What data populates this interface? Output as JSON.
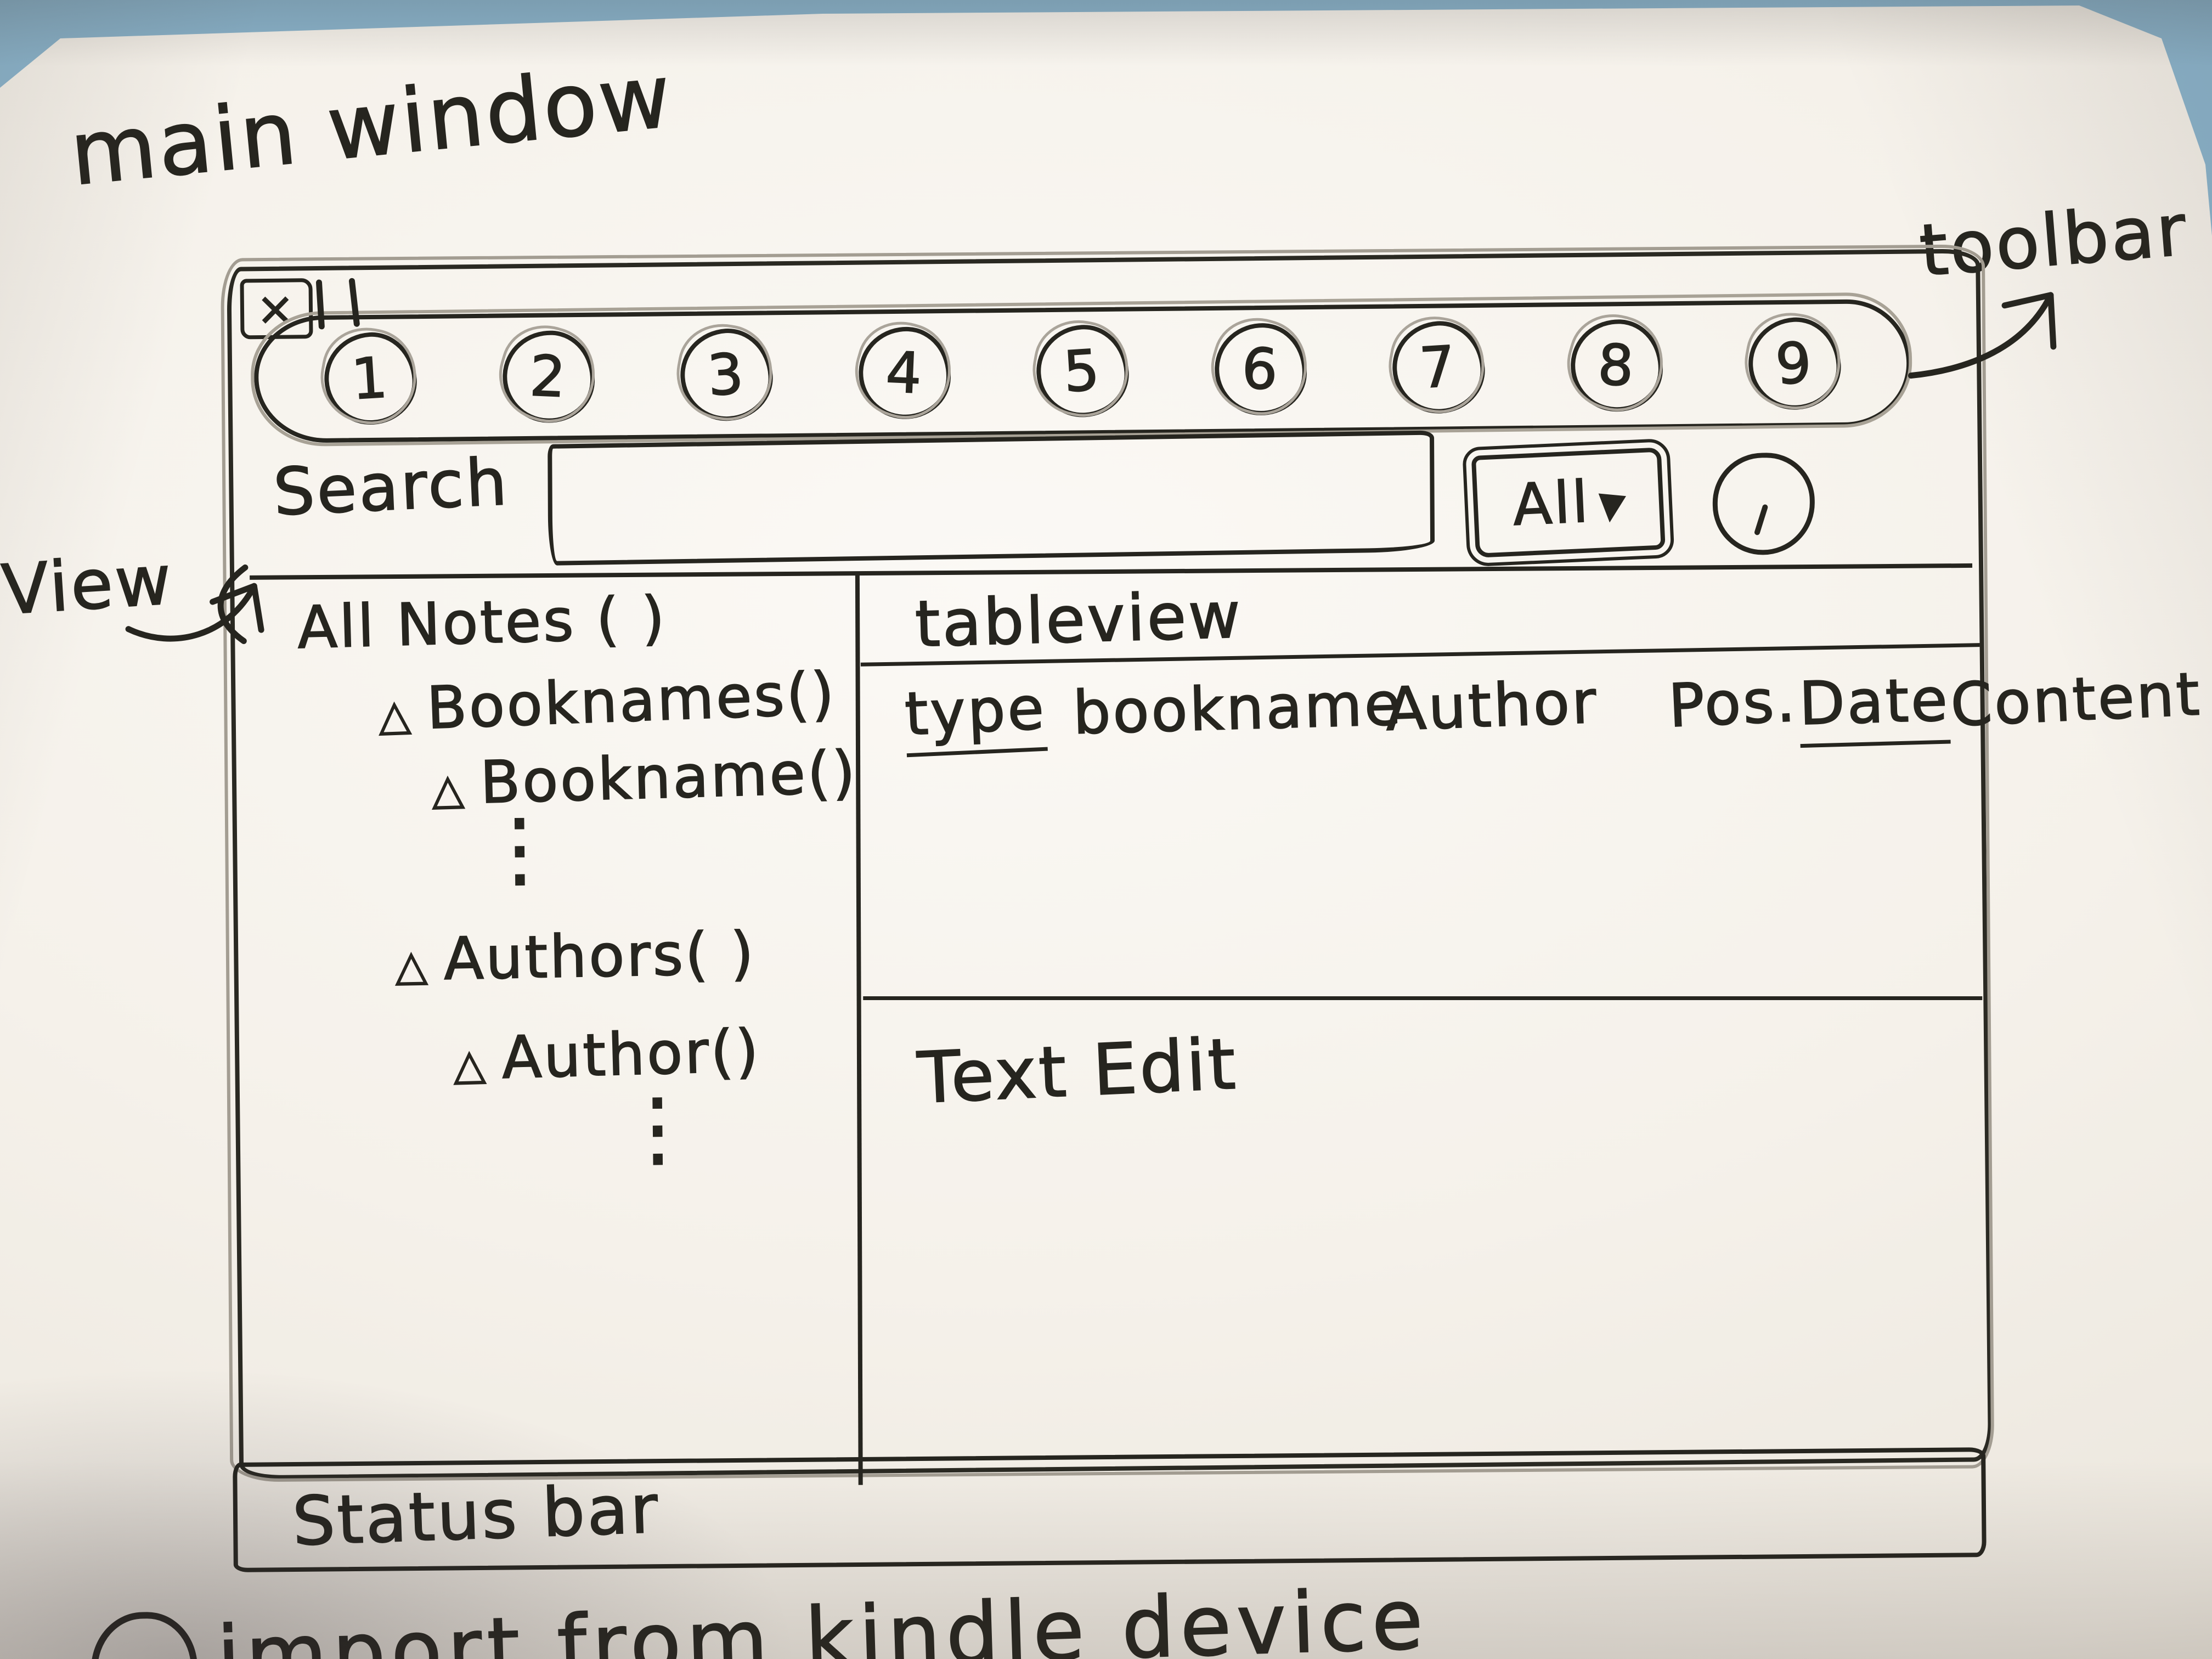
{
  "annotations": {
    "main_title": "main window",
    "toolbar_label": "toolbar",
    "view_label": "View",
    "bottom_note": "import from kindle device"
  },
  "window": {
    "close_glyph": "×",
    "toolbar": {
      "buttons": [
        "1",
        "2",
        "3",
        "4",
        "5",
        "6",
        "7",
        "8",
        "9"
      ]
    },
    "search": {
      "label": "Search",
      "input_value": "",
      "all_button": "All",
      "dropdown_glyph": "▼"
    },
    "tree": {
      "items": [
        {
          "marker": "",
          "label": "All Notes ( )"
        },
        {
          "marker": "△",
          "label": "Booknames()"
        },
        {
          "marker": "△",
          "label": "Bookname()"
        },
        {
          "marker": "",
          "label": "⋮"
        },
        {
          "marker": "△",
          "label": "Authors( )"
        },
        {
          "marker": "△",
          "label": "Author()"
        },
        {
          "marker": "",
          "label": "⋮"
        }
      ]
    },
    "tableview": {
      "label": "tableview",
      "columns": [
        "type",
        "bookname",
        "Author",
        "Pos.",
        "Date",
        "Content"
      ]
    },
    "texteditor": {
      "label": "Text Edit"
    },
    "statusbar": {
      "label": "Status bar"
    }
  },
  "colors": {
    "ink": "#26251f",
    "pencil": "#a39d92",
    "paper": "#f5f1ea",
    "desk": "#8ab3cb"
  }
}
